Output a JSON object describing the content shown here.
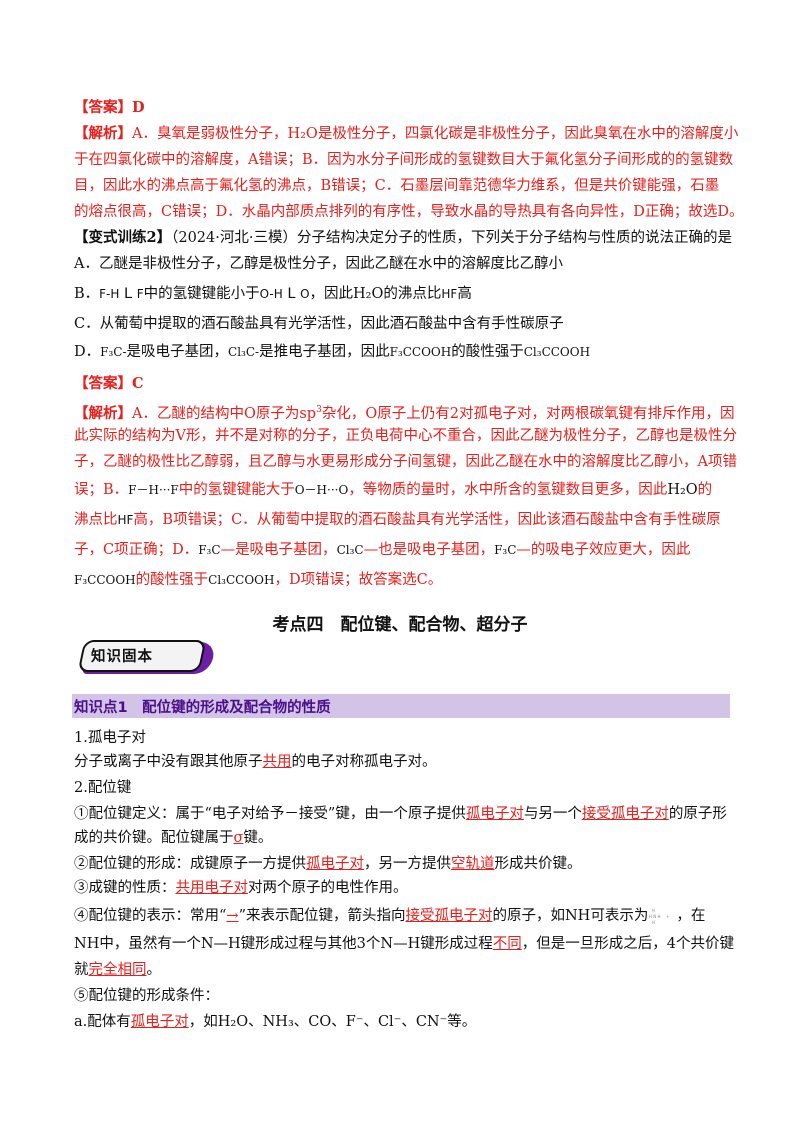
{
  "answer1": {
    "label": "【答案】",
    "value": "D"
  },
  "analysis1": {
    "label": "【解析】",
    "lines": [
      "A．臭氧是弱极性分子，H₂O是极性分子，四氯化碳是非极性分子，因此臭氧在水中的溶解度小",
      "于在四氯化碳中的溶解度，A错误；B．因为水分子间形成的氢键数目大于氟化氢分子间形成的的氢键数",
      "目，因此水的沸点高于氟化氢的沸点，B错误；C．石墨层间靠范德华力维系，但是共价键能强，石墨",
      "的熔点很高，C错误；D．水晶内部质点排列的有序性，导致水晶的导热具有各向异性，D正确；故选D。"
    ]
  },
  "variant2": {
    "label": "【变式训练2】",
    "stem": "（2024·河北·三模）分子结构决定分子的性质，下列关于分子结构与性质的说法正确的是",
    "option_a": "A．乙醚是非极性分子，乙醇是极性分子，因此乙醚在水中的溶解度比乙醇小",
    "option_b": [
      "B．",
      "F-H",
      "F",
      "中的氢键键能小于",
      "O-H",
      "O",
      "，因此",
      "H₂O",
      "的沸点比",
      "HF",
      "高"
    ],
    "option_c": "C．从葡萄中提取的酒石酸盐具有光学活性，因此酒石酸盐中含有手性碳原子",
    "option_d": [
      "D．",
      "F₃C-",
      "是吸电子基团，",
      "Cl₃C-",
      "是推电子基团，因此",
      "F₃CCOOH",
      "的酸性强于",
      "Cl₃CCOOH"
    ]
  },
  "answer2": {
    "label": "【答案】",
    "value": "C"
  },
  "analysis2": {
    "label": "【解析】",
    "line1": [
      "A．乙醚的结构中O原子为sp",
      "3",
      "杂化，O原子上仍有2对孤电子对，对两根碳氧键有排斥作用，因"
    ],
    "line2": "此实际的结构为V形，并不是对称的分子，正负电荷中心不重合，因此乙醚为极性分子，乙醇也是极性分",
    "line3": "子，乙醚的极性比乙醇弱，且乙醇与水更易形成分子间氢键，因此乙醚在水中的溶解度比乙醇小，A项错",
    "line4": [
      "误；B．",
      "F－H···F",
      "中的氢键键能大于",
      "O－H···O",
      "，等物质的量时，水中所含的氢键数目更多，因此",
      "H₂O",
      "的"
    ],
    "line5": [
      "沸点比",
      "HF",
      "高，B项错误；C．从葡萄中提取的酒石酸盐具有光学活性，因此该酒石酸盐中含有手性碳原"
    ],
    "line6": [
      "子，C项正确；D．",
      "F₃C",
      "—是吸电子基团，",
      "Cl₃C",
      "—也是吸电子基团，",
      "F₃C",
      "—的吸电子效应更大，因此"
    ],
    "line7": [
      "F₃CCOOH",
      "的酸性强于",
      "Cl₃CCOOH",
      "，D项错误；故答案选C。"
    ]
  },
  "section_title": "考点四　配位键、配合物、超分子",
  "badge": "知识固本",
  "knowledge_point": "知识点1　配位键的形成及配合物的性质",
  "body": {
    "h1": "1.孤电子对",
    "p1": [
      "分子或离子中没有跟其他原子",
      "共用",
      "的电子对称孤电子对。"
    ],
    "h2": "2.配位键",
    "p2a": [
      "①配位键定义：属于“电子对给予－接受”键，由一个原子提供",
      "孤电子对",
      "与另一个",
      "接受孤电子对",
      "的原子形"
    ],
    "p2b": [
      "成的共价键。配位键属于",
      "σ",
      "键。"
    ],
    "p3": [
      "②配位键的形成：成键原子一方提供",
      "孤电子对",
      "，另一方提供",
      "空轨道",
      "形成共价键。"
    ],
    "p4": [
      "③成键的性质：",
      "共用电子对",
      "对两个原子的电性作用。"
    ],
    "p5a": [
      "④配位键的表示：常用“",
      "→",
      "”来表示配位键，箭头指向",
      "接受孤电子对",
      "的原子，如NH可表示为",
      "，在"
    ],
    "p5b": "NH中，虽然有一个N—H键形成过程与其他3个N—H键形成过程",
    "p5b_u": "不同",
    "p5b_tail": "，但是一旦形成之后，4个共价键",
    "p5c": [
      "就",
      "完全相同",
      "。"
    ],
    "p6": "⑤配位键的形成条件：",
    "p7": [
      "a.配体有",
      "孤电子对",
      "，如H₂O、NH₃、CO、F⁻、Cl⁻、CN⁻等。"
    ]
  }
}
